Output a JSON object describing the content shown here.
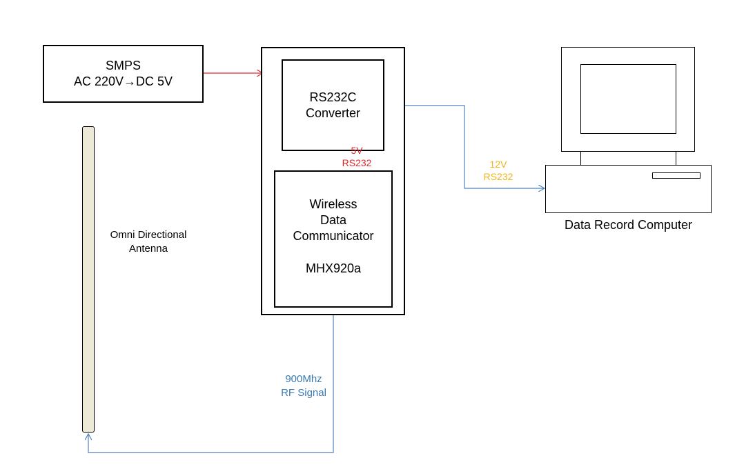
{
  "smps": {
    "line1": "SMPS",
    "line2": "AC 220V→DC 5V"
  },
  "converter": {
    "line1": "RS232C",
    "line2": "Converter"
  },
  "communicator": {
    "line1": "Wireless",
    "line2": "Data",
    "line3": "Communicator",
    "model": "MHX920a"
  },
  "antenna": {
    "line1": "Omni Directional",
    "line2": "Antenna"
  },
  "computer": {
    "label": "Data Record Computer"
  },
  "links": {
    "internal": {
      "line1": "5V",
      "line2": "RS232",
      "color": "#e3262b"
    },
    "to_computer": {
      "line1": "12V",
      "line2": "RS232",
      "color": "#f0b41c"
    },
    "rf": {
      "line1": "900Mhz",
      "line2": "RF Signal",
      "color": "#3a7ab0"
    }
  },
  "colors": {
    "power_arrow": "#e3262b",
    "signal_line": "#4f81bd"
  }
}
